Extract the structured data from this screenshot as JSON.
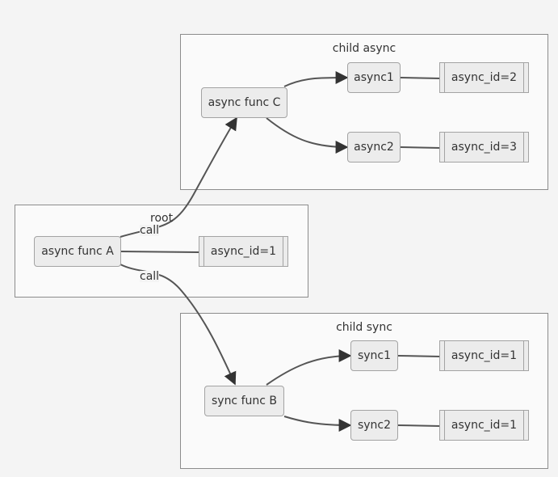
{
  "clusters": {
    "root": "root",
    "child_async": "child async",
    "child_sync": "child sync"
  },
  "nodes": {
    "async_func_a": "async func A",
    "async_func_c": "async func C",
    "sync_func_b": "sync func B",
    "async1": "async1",
    "async2": "async2",
    "sync1": "sync1",
    "sync2": "sync2",
    "id_a": "async_id=1",
    "id_async1": "async_id=2",
    "id_async2": "async_id=3",
    "id_sync1": "async_id=1",
    "id_sync2": "async_id=1"
  },
  "edge_labels": {
    "call_to_c": "call",
    "call_to_b": "call"
  },
  "colors": {
    "edge": "#555555",
    "node_fill": "#ececec",
    "cluster_fill": "#fafafa"
  }
}
